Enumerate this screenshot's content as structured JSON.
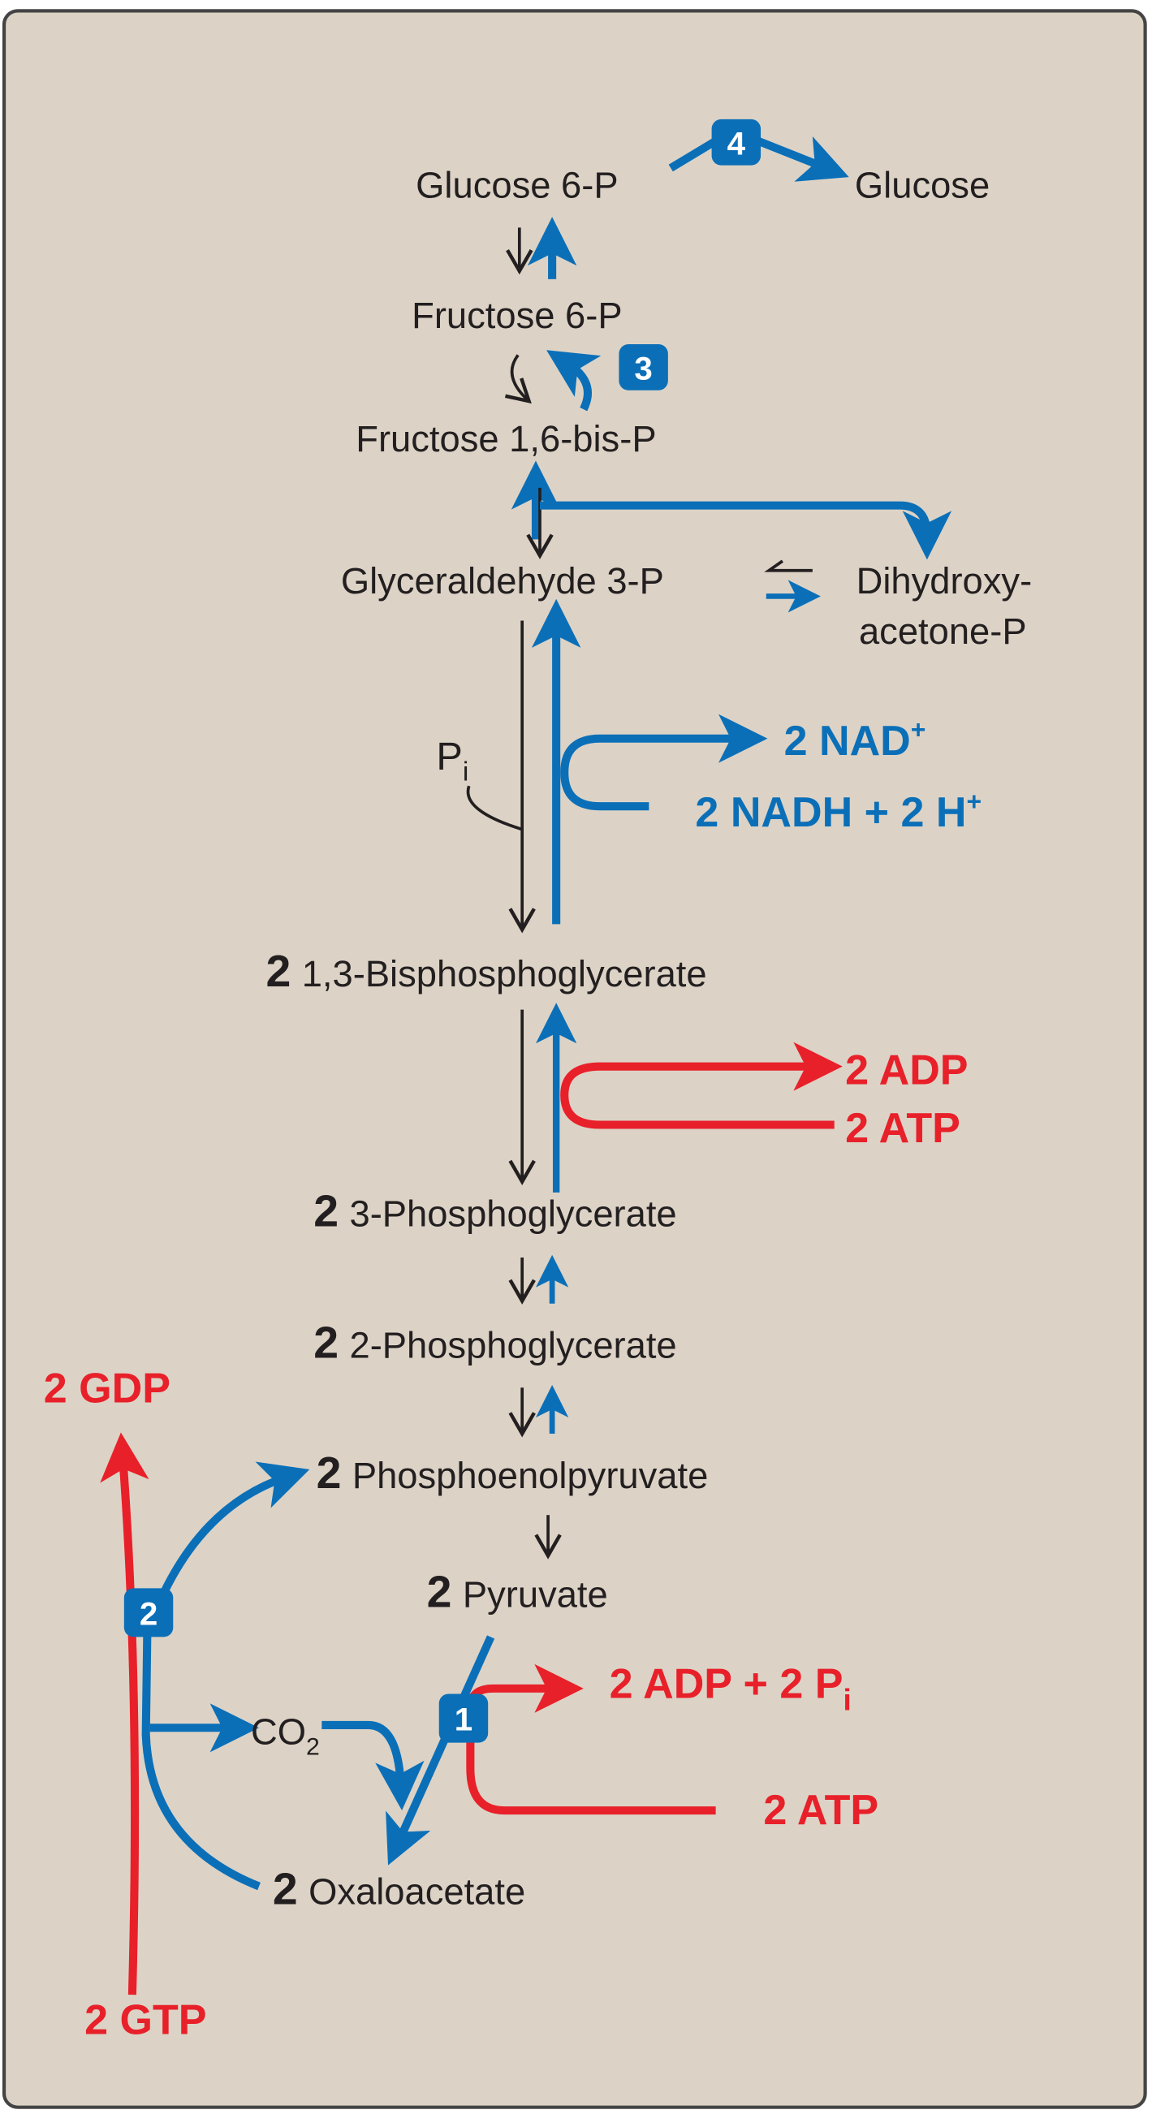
{
  "colors": {
    "background": "#dcd3c6",
    "frame": "#444444",
    "blue": "#0b6fb8",
    "red": "#e8202a",
    "text": "#231f20"
  },
  "metabolites": {
    "glucose6p": "Glucose 6-P",
    "glucose": "Glucose",
    "fructose6p": "Fructose 6-P",
    "fructose16bisp": "Fructose 1,6-bis-P",
    "g3p": "Glyceraldehyde 3-P",
    "dhap_line1": "Dihydroxy-",
    "dhap_line2": "acetone-P",
    "pi": "P",
    "pi_sub": "i",
    "bpg_coef": "2",
    "bpg": "1,3-Bisphosphoglycerate",
    "pg3_coef": "2",
    "pg3": "3-Phosphoglycerate",
    "pg2_coef": "2",
    "pg2": "2-Phosphoglycerate",
    "pep_coef": "2",
    "pep": "Phosphoenolpyruvate",
    "pyr_coef": "2",
    "pyr": "Pyruvate",
    "oaa_coef": "2",
    "oaa": "Oxaloacetate",
    "co2": "CO",
    "co2_sub": "2"
  },
  "cofactors": {
    "nad": "2 NAD",
    "nad_sup": "+",
    "nadh": "2 NADH + 2 H",
    "nadh_sup": "+",
    "adp": "2 ADP",
    "atp": "2 ATP",
    "adp_pi": "2 ADP + 2 P",
    "adp_pi_sub": "i",
    "atp2": "2 ATP",
    "gdp": "2 GDP",
    "gtp": "2 GTP"
  },
  "badges": {
    "b1": "1",
    "b2": "2",
    "b3": "3",
    "b4": "4"
  }
}
